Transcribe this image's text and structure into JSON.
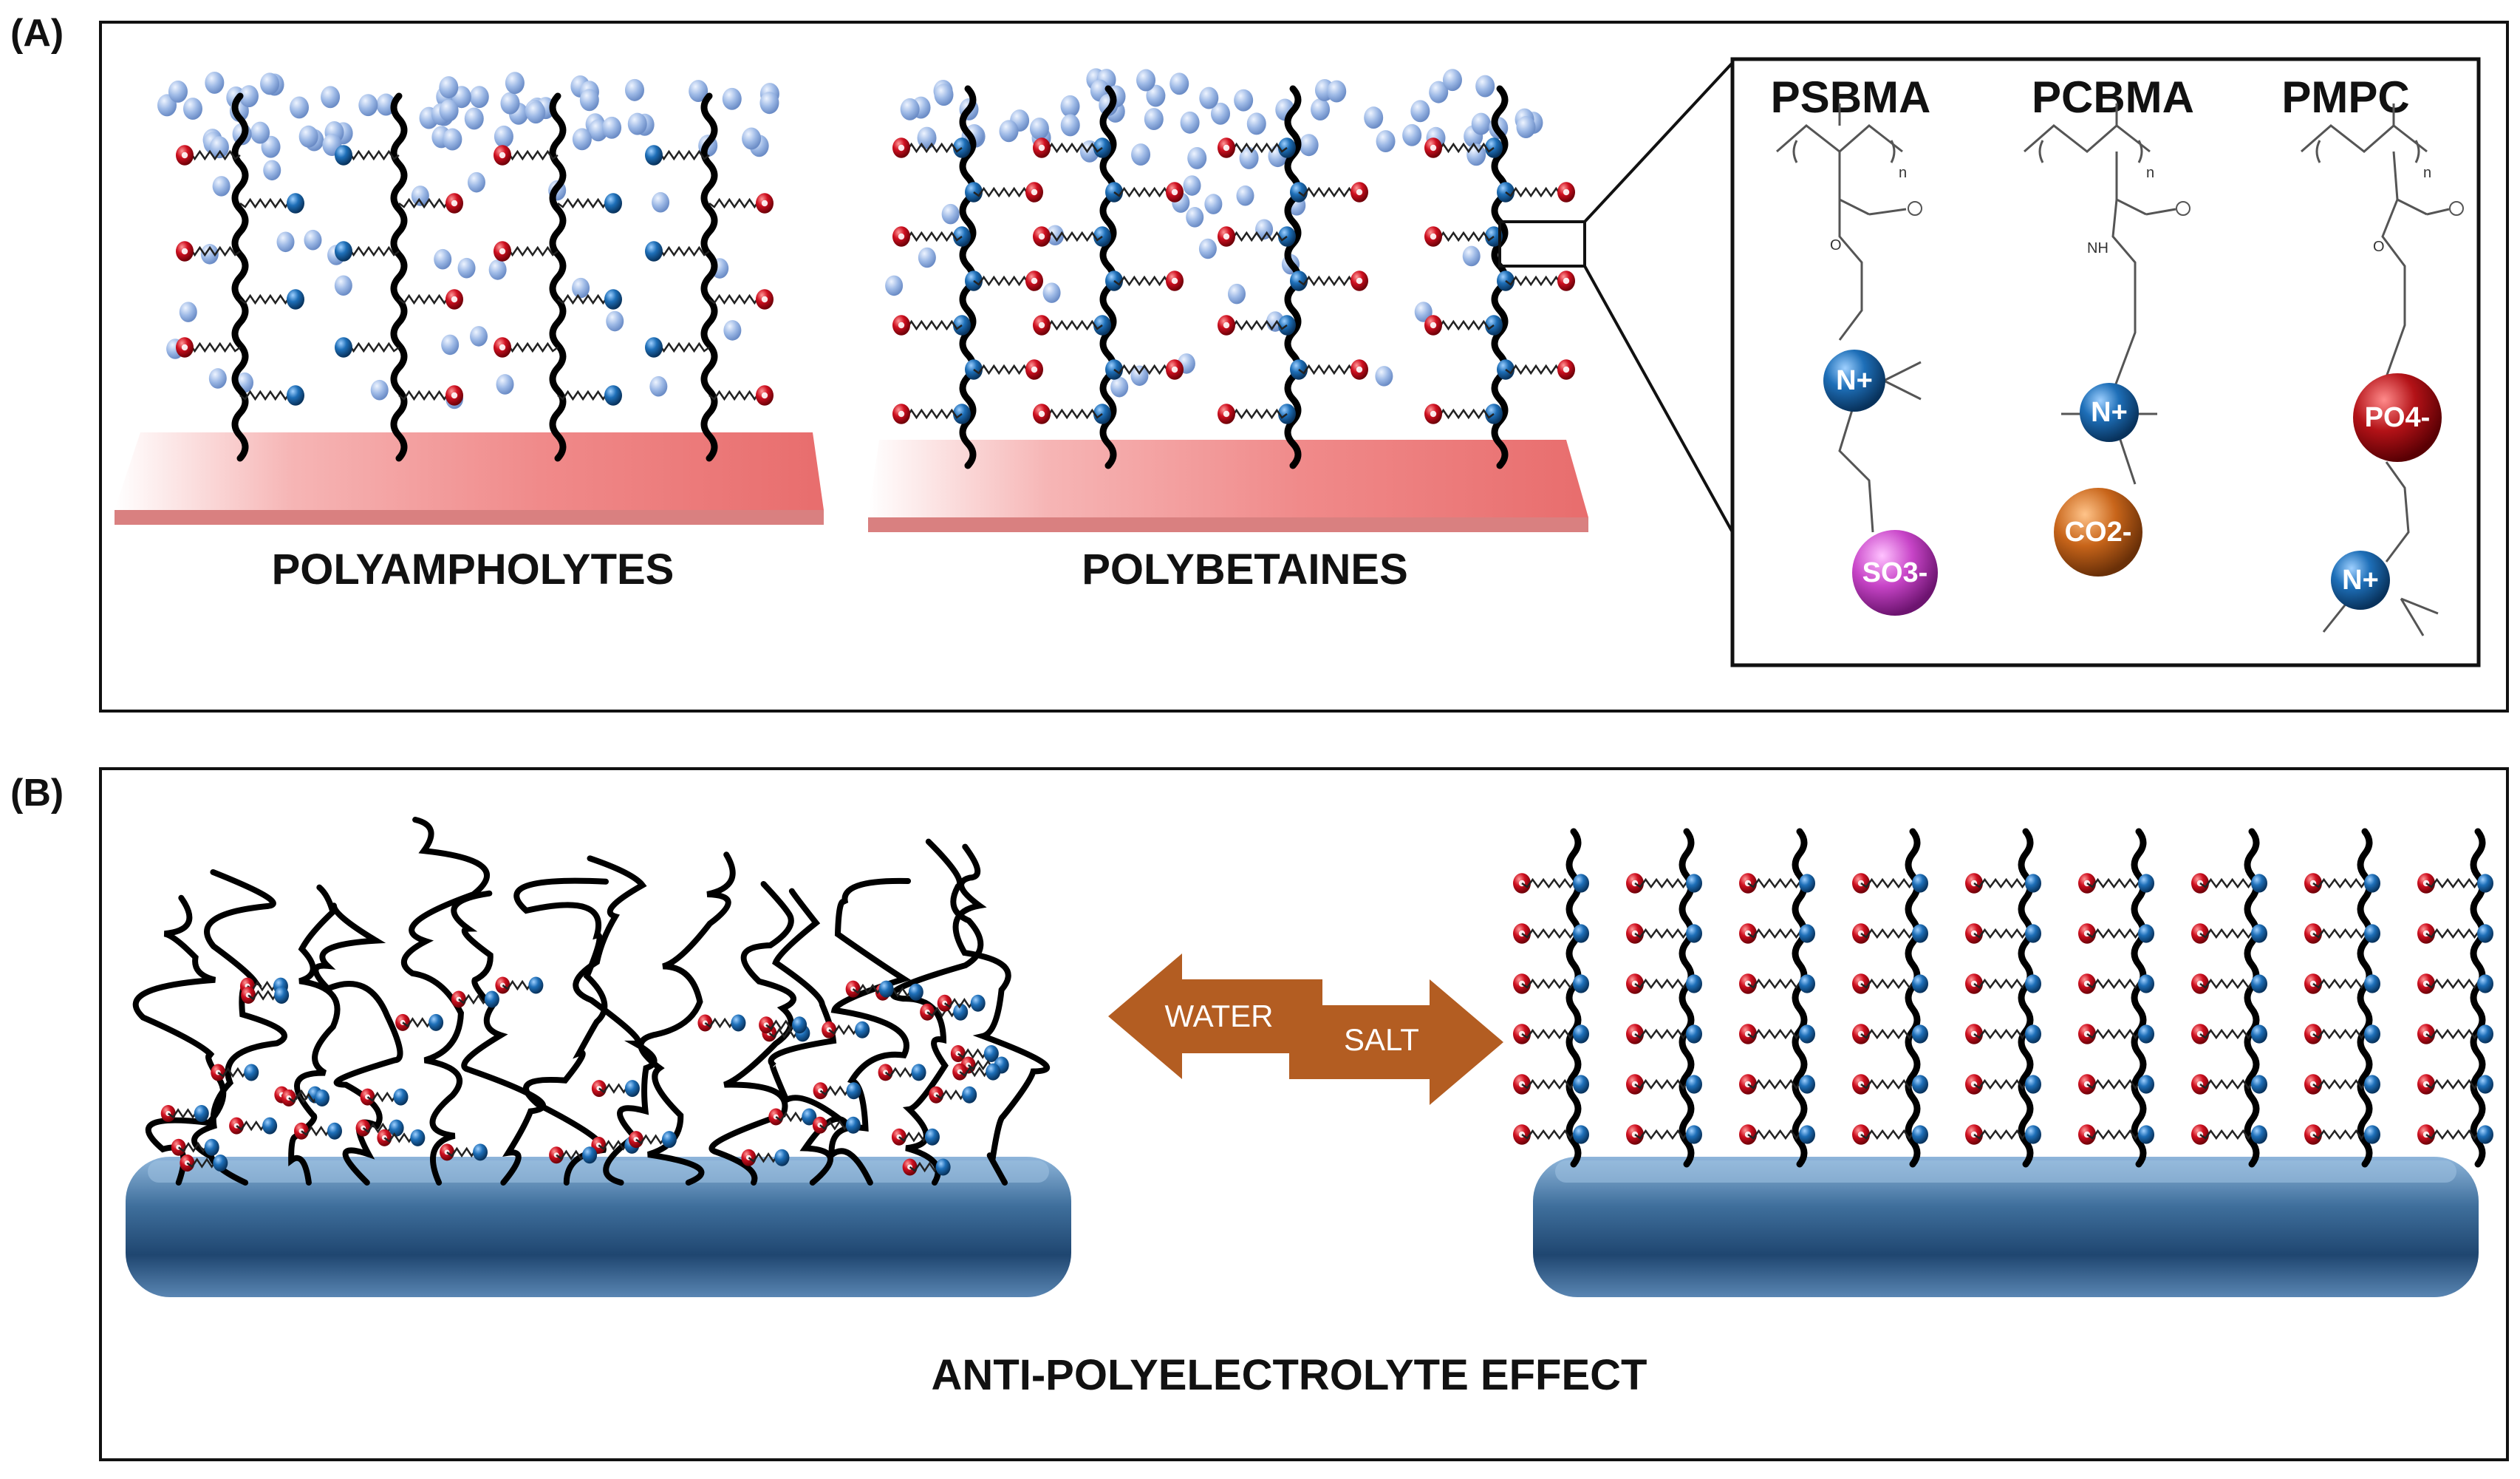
{
  "panel_a": {
    "label": "(A)",
    "caption_left": "POLYAMPHOLYTES",
    "caption_right": "POLYBETAINES"
  },
  "chemistry": {
    "structures": [
      {
        "name": "PSBMA",
        "group": "SO3-",
        "group_color": "#c845c8",
        "cation": "N+",
        "link": "O",
        "n": "n"
      },
      {
        "name": "PCBMA",
        "group": "CO2-",
        "group_color": "#c8651a",
        "cation": "N+",
        "link": "NH",
        "n": "n"
      },
      {
        "name": "PMPC",
        "group": "PO4-",
        "group_color": "#b31217",
        "cation": "N+",
        "link": "O",
        "n": "n"
      }
    ]
  },
  "panel_b": {
    "label": "(B)",
    "caption": "ANTI-POLYELECTROLYTE EFFECT",
    "arrow_left": "WATER",
    "arrow_right": "SALT"
  },
  "colors": {
    "anion_red": "#d01020",
    "cation_blue": "#1e6fb8",
    "counterion_blue": "#9db9e6",
    "substrate_red": "#f08a8a",
    "substrate_blue": "#3f6f9c",
    "arrow_brown": "#b35d22"
  }
}
